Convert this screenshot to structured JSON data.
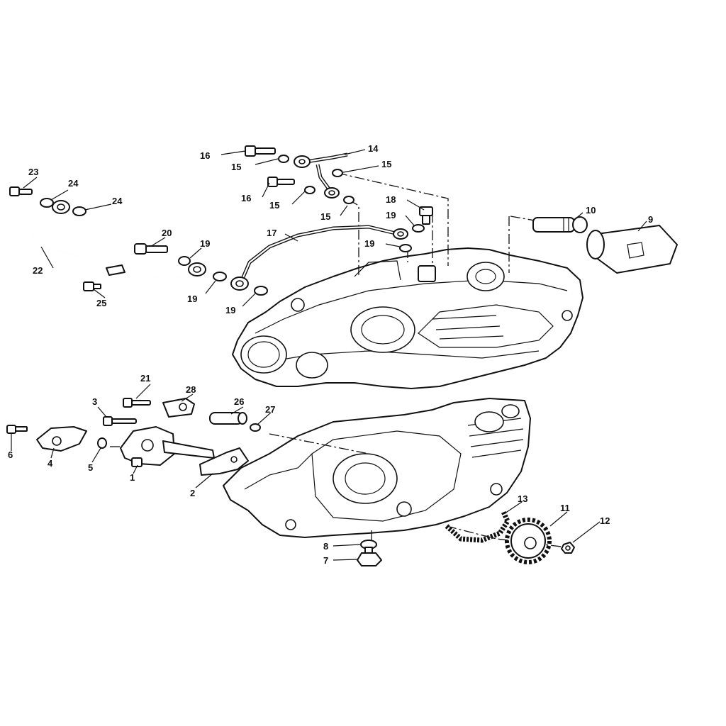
{
  "diagram": {
    "callouts": {
      "c1": "1",
      "c2": "2",
      "c3": "3",
      "c4": "4",
      "c5": "5",
      "c6": "6",
      "c7": "7",
      "c8": "8",
      "c9": "9",
      "c10": "10",
      "c11": "11",
      "c12": "12",
      "c13": "13",
      "c14": "14",
      "c15a": "15",
      "c15b": "15",
      "c15c": "15",
      "c15d": "15",
      "c16a": "16",
      "c16b": "16",
      "c17": "17",
      "c18": "18",
      "c19a": "19",
      "c19b": "19",
      "c19c": "19",
      "c19d": "19",
      "c19e": "19",
      "c20": "20",
      "c21": "21",
      "c22": "22",
      "c23": "23",
      "c24a": "24",
      "c24b": "24",
      "c25": "25",
      "c26": "26",
      "c27": "27",
      "c28": "28"
    }
  }
}
